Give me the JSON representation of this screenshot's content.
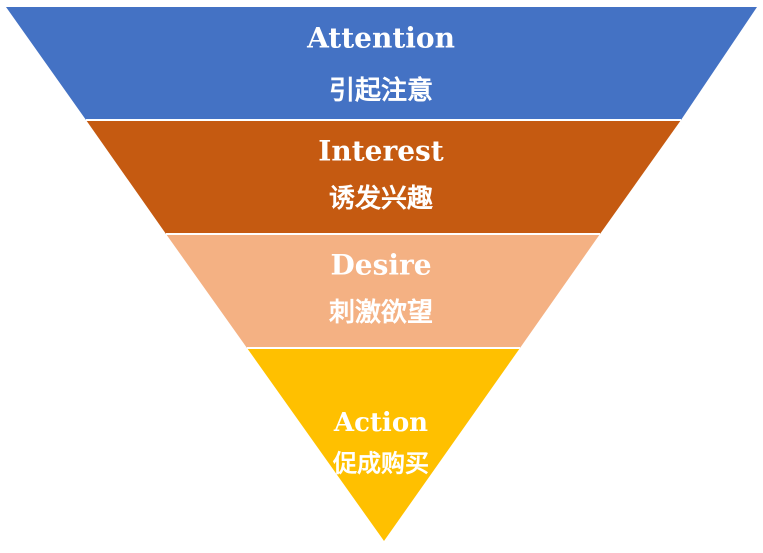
{
  "stages": [
    {
      "title": "Attention",
      "subtitle": "引起注意",
      "color": "#4472C4"
    },
    {
      "title": "Interest",
      "subtitle": "诱发兴趣",
      "color": "#C55A11"
    },
    {
      "title": "Desire",
      "subtitle": "刺激欲望",
      "color": "#F4B183"
    },
    {
      "title": "Action",
      "subtitle": "促成购买",
      "color": "#FFC000"
    }
  ]
}
